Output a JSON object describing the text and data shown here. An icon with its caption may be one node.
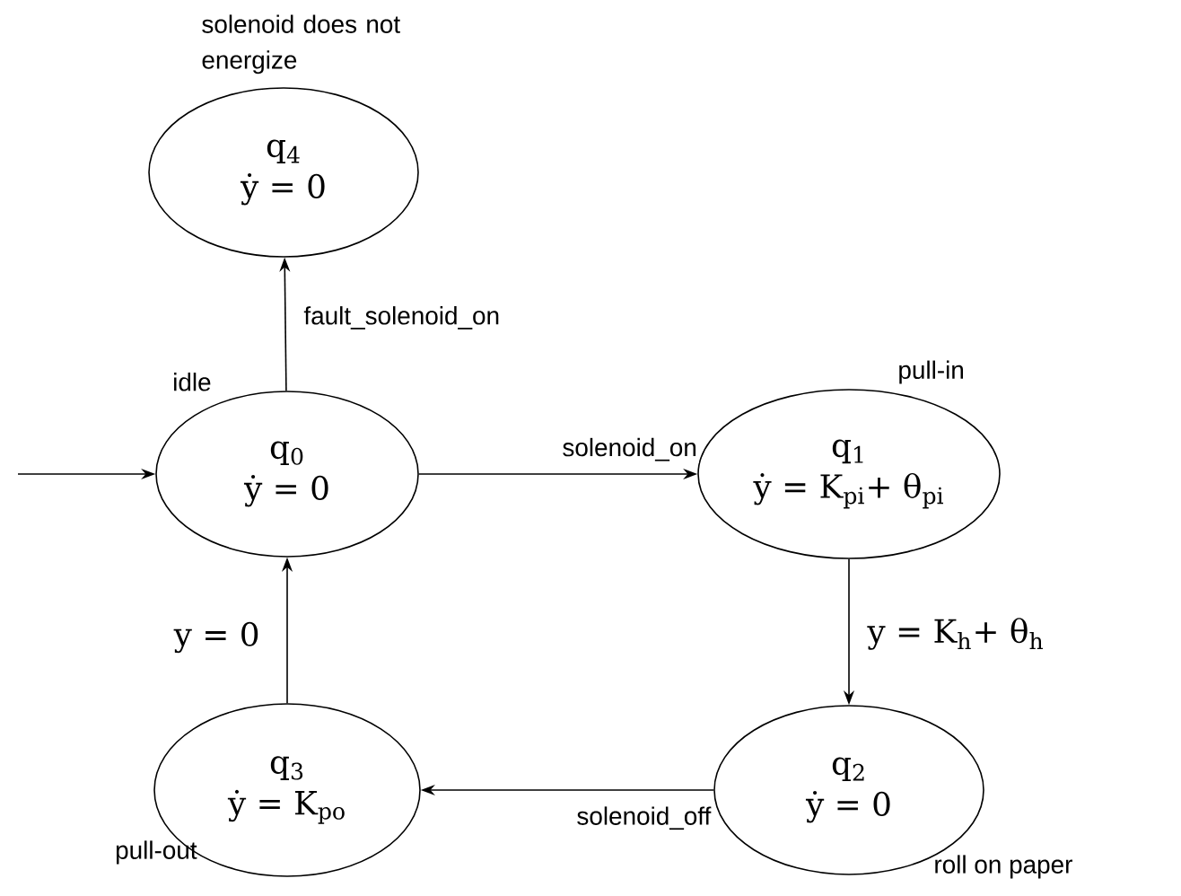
{
  "diagram": {
    "nodes": [
      {
        "text": [
          "q$_{4}$",
          "ẏ = 0"
        ],
        "beside": [
          "solenoid does not energize"
        ]
      },
      {
        "text": [
          "q$_{0}$",
          "ẏ = 0"
        ],
        "beside": [
          "idle"
        ]
      },
      {
        "text": [
          "q$_{1}$",
          "ẏ = K$_{pi}$+ θ$_{pi}$"
        ],
        "beside": [
          "pull-in"
        ]
      },
      {
        "text": [
          "q$_{3}$",
          "ẏ = K$_{po}$"
        ],
        "beside": [
          "pull-out"
        ]
      },
      {
        "text": [
          "q$_{2}$",
          "ẏ = 0"
        ],
        "beside": [
          "roll on paper"
        ]
      }
    ],
    "edges": [
      {
        "from": null,
        "to": 1,
        "arrow": "to"
      },
      {
        "from": 1,
        "to": 0,
        "arrow": "to",
        "label": "fault_solenoid_on"
      },
      {
        "from": 1,
        "to": 2,
        "arrow": "to",
        "label": "solenoid_on"
      },
      {
        "from": 2,
        "to": 4,
        "arrow": "to",
        "label": "y = K$_{h}$+ θ$_{h}$"
      },
      {
        "from": 4,
        "to": 3,
        "arrow": "to",
        "label": "solenoid_off"
      },
      {
        "from": 3,
        "to": 1,
        "arrow": "to",
        "label": "y = 0"
      }
    ]
  }
}
